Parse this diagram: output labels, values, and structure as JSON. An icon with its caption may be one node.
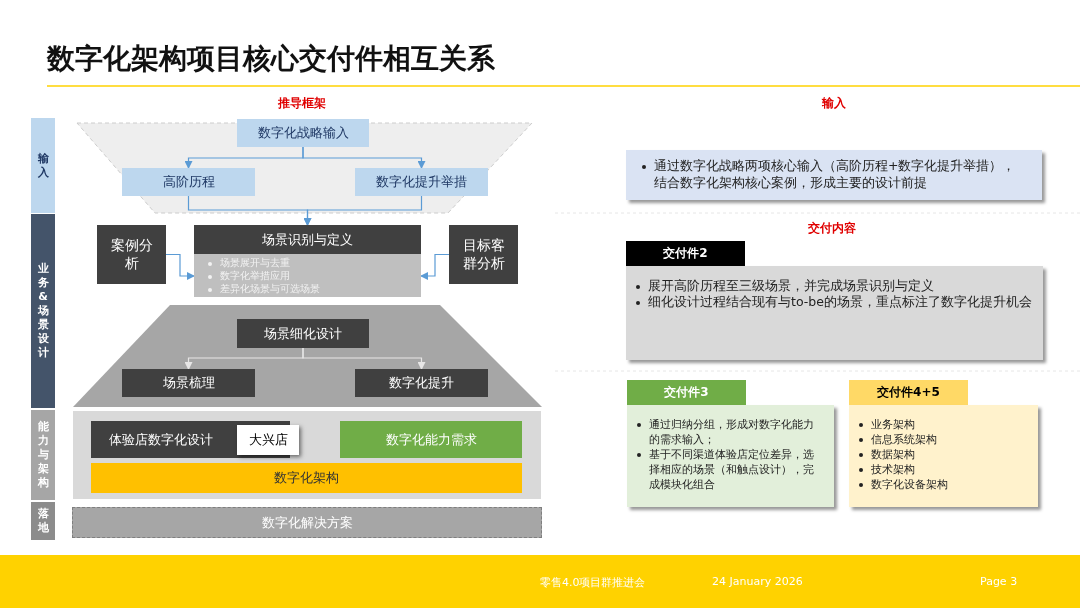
{
  "diagram": {
    "title": "数字化架构项目核心交付件相互关系",
    "nodes": [
      {
        "text": [
          "输入"
        ]
      },
      {
        "text": [
          "业务&场景设计"
        ]
      },
      {
        "text": [
          "能力与架构"
        ]
      },
      {
        "text": [
          "落地"
        ]
      },
      {
        "text": [
          "数字化战略输入"
        ]
      },
      {
        "text": [
          "高阶历程"
        ]
      },
      {
        "text": [
          "数字化提升举措"
        ]
      },
      {
        "text": [
          "案例分析"
        ]
      },
      {
        "text": [
          "场景识别与定义",
          "场景展开与去重",
          "数字化举措应用",
          "差异化场景与可选场景"
        ]
      },
      {
        "text": [
          "目标客群分析"
        ]
      },
      {
        "text": [
          "场景细化设计"
        ]
      },
      {
        "text": [
          "场景梳理"
        ]
      },
      {
        "text": [
          "数字化提升"
        ]
      },
      {
        "text": [
          "体验店数字化设计"
        ]
      },
      {
        "text": [
          "大兴店"
        ]
      },
      {
        "text": [
          "数字化能力需求"
        ]
      },
      {
        "text": [
          "数字化架构"
        ]
      },
      {
        "text": [
          "数字化解决方案"
        ]
      },
      {
        "text": [
          "通过数字化战略两项核心输入（高阶历程+数字化提升举措），结合数字化架构核心案例，形成主要的设计前提"
        ]
      },
      {
        "text": [
          "交付件2",
          "展开高阶历程至三级场景，并完成场景识别与定义",
          "细化设计过程结合现有与to-be的场景，重点标注了数字化提升机会"
        ]
      },
      {
        "text": [
          "交付件3",
          "通过归纳分组，形成对数字化能力的需求输入；",
          "基于不同渠道体验店定位差异，选择相应的场景（和触点设计），完成模块化组合"
        ]
      },
      {
        "text": [
          "交付件4+5",
          "业务架构",
          "信息系统架构",
          "数据架构",
          "技术架构",
          "数字化设备架构"
        ]
      }
    ],
    "edges": [
      {
        "from": 4,
        "to": 5,
        "arrow": "to"
      },
      {
        "from": 4,
        "to": 6,
        "arrow": "to"
      },
      {
        "from": 5,
        "to": 8,
        "arrow": "to"
      },
      {
        "from": 6,
        "to": 8,
        "arrow": "to"
      },
      {
        "from": 7,
        "to": 8,
        "arrow": "to"
      },
      {
        "from": 9,
        "to": 8,
        "arrow": "to"
      },
      {
        "from": 10,
        "to": 11,
        "arrow": "to",
        "color": "#e7e6e6"
      },
      {
        "from": 10,
        "to": 12,
        "arrow": "to",
        "color": "#e7e6e6"
      }
    ],
    "labels": [
      "推导框架",
      "输入",
      "交付内容",
      "零售4.0项目群推进会",
      "24 January 2026",
      "Page 3"
    ]
  }
}
